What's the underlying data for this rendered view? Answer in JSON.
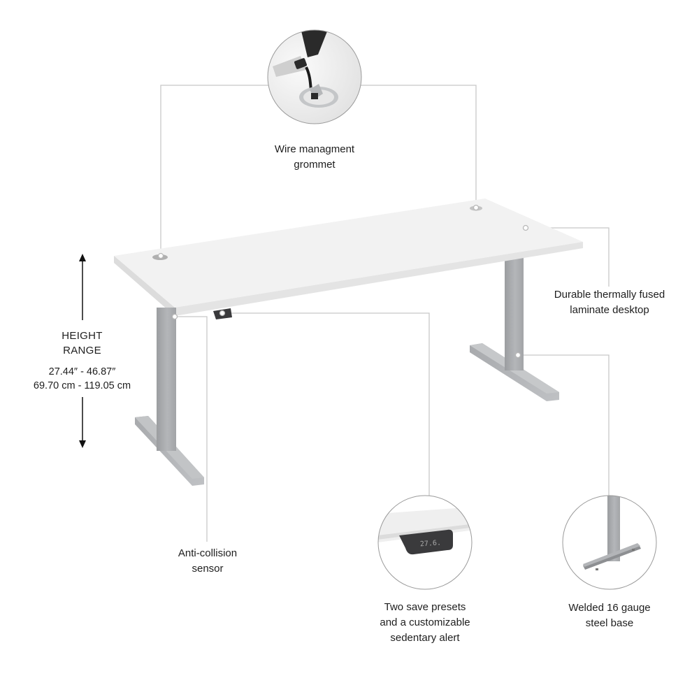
{
  "callouts": {
    "grommet": {
      "lines": [
        "Wire managment",
        "grommet"
      ],
      "icon": "grommet-detail-image"
    },
    "desktop": {
      "lines": [
        "Durable thermally fused",
        "laminate desktop"
      ]
    },
    "anti_collision": {
      "lines": [
        "Anti-collision",
        "sensor"
      ]
    },
    "presets": {
      "lines": [
        "Two save presets",
        "and a customizable",
        "sedentary alert"
      ],
      "icon": "control-panel-detail-image",
      "display_value": "27.6."
    },
    "steel_base": {
      "lines": [
        "Welded 16 gauge",
        "steel base"
      ],
      "icon": "steel-base-detail-image"
    }
  },
  "height_range": {
    "title": [
      "HEIGHT",
      "RANGE"
    ],
    "imperial": "27.44″ - 46.87″",
    "metric": "69.70 cm - 119.05 cm",
    "icon": "vertical-double-arrow-icon"
  },
  "colors": {
    "background": "#ffffff",
    "desktop_top": "#f1f1f1",
    "desktop_edge": "#e2e2e2",
    "frame_gray": "#a9abad",
    "frame_dark": "#8f9194",
    "leader_line": "#c8c8c8",
    "text": "#1e1e1e",
    "control_panel": "#3a3a3c"
  }
}
